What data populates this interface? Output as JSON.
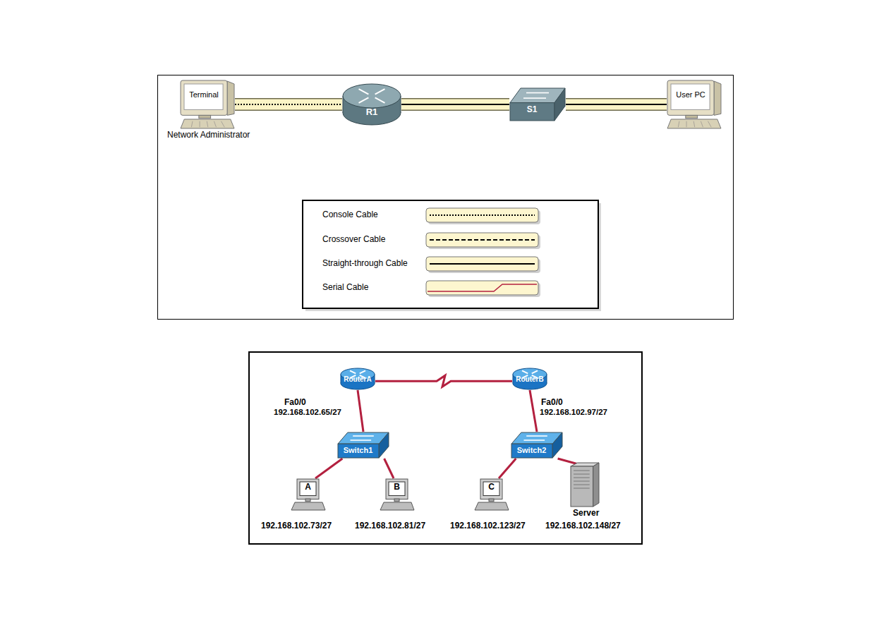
{
  "diagram": {
    "nodes": [
      {
        "text": [
          "Terminal",
          "Network Administrator"
        ]
      },
      {
        "text": [
          "R1"
        ]
      },
      {
        "text": [
          "S1"
        ]
      },
      {
        "text": [
          "User PC"
        ]
      },
      {
        "text": [
          "RouterA",
          "Fa0/0",
          "192.168.102.65/27"
        ]
      },
      {
        "text": [
          "RouterB",
          "Fa0/0",
          "192.168.102.97/27"
        ]
      },
      {
        "text": [
          "Switch1"
        ]
      },
      {
        "text": [
          "Switch2"
        ]
      },
      {
        "text": [
          "A",
          "192.168.102.73/27"
        ]
      },
      {
        "text": [
          "B",
          "192.168.102.81/27"
        ]
      },
      {
        "text": [
          "C",
          "192.168.102.123/27"
        ]
      },
      {
        "text": [
          "Server",
          "192.168.102.148/27"
        ]
      }
    ],
    "edges": [
      {
        "from": 0,
        "to": 1,
        "arrow": "none"
      },
      {
        "from": 1,
        "to": 2,
        "arrow": "none"
      },
      {
        "from": 2,
        "to": 3,
        "arrow": "none"
      },
      {
        "from": 4,
        "to": 5,
        "arrow": "none"
      },
      {
        "from": 4,
        "to": 6,
        "arrow": "none"
      },
      {
        "from": 6,
        "to": 8,
        "arrow": "none"
      },
      {
        "from": 6,
        "to": 9,
        "arrow": "none"
      },
      {
        "from": 5,
        "to": 7,
        "arrow": "none"
      },
      {
        "from": 7,
        "to": 10,
        "arrow": "none"
      },
      {
        "from": 7,
        "to": 11,
        "arrow": "none"
      }
    ],
    "legend": [
      {
        "text": "Console Cable"
      },
      {
        "text": "Crossover Cable"
      },
      {
        "text": "Straight-through Cable"
      },
      {
        "text": "Serial Cable"
      }
    ]
  }
}
